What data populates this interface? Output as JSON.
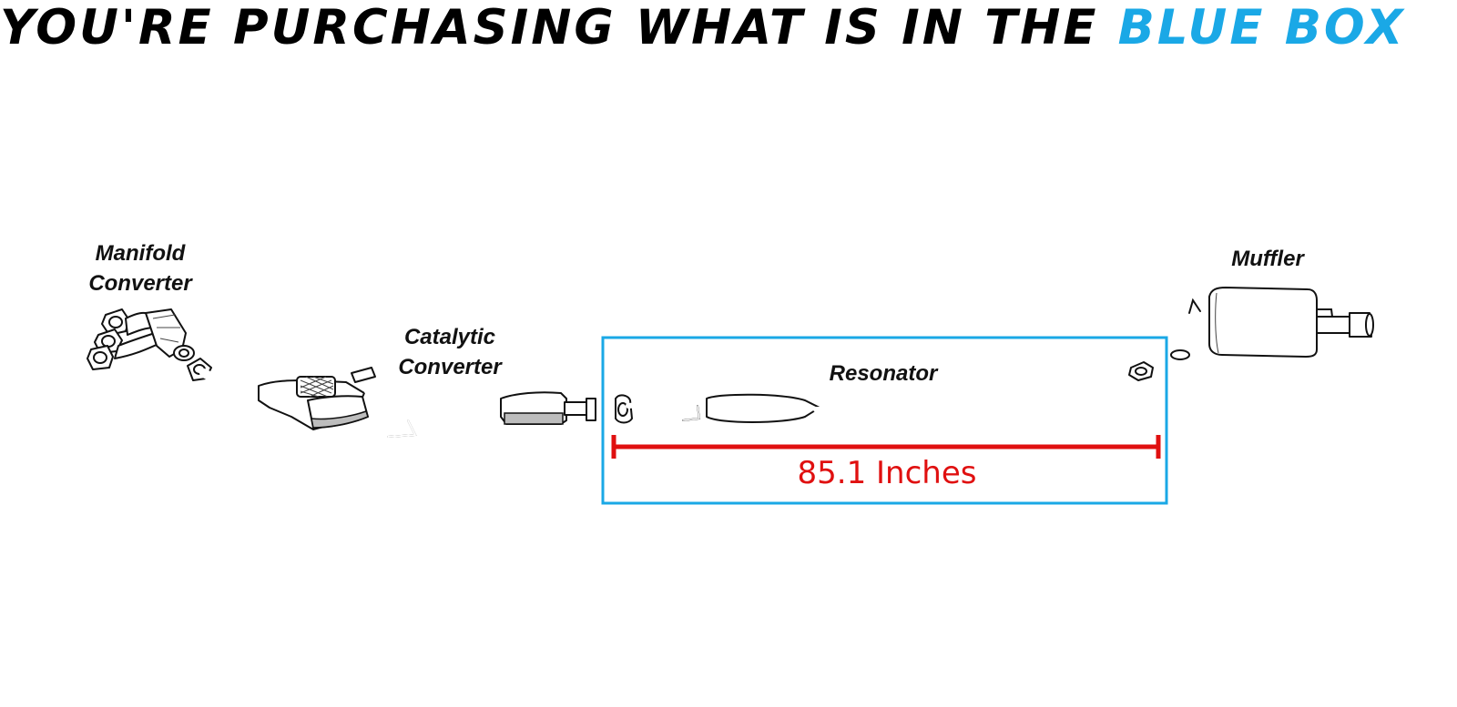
{
  "headline": {
    "prefix": "YOU'RE PURCHASING WHAT IS IN THE ",
    "highlight": "BLUE BOX"
  },
  "labels": {
    "manifold_line1": "Manifold",
    "manifold_line2": "Converter",
    "catalytic_line1": "Catalytic",
    "catalytic_line2": "Converter",
    "resonator": "Resonator",
    "muffler": "Muffler"
  },
  "measurement": "85.1 Inches",
  "colors": {
    "highlight_blue": "#1aa8e6",
    "measure_red": "#e01010",
    "line": "#111111"
  }
}
